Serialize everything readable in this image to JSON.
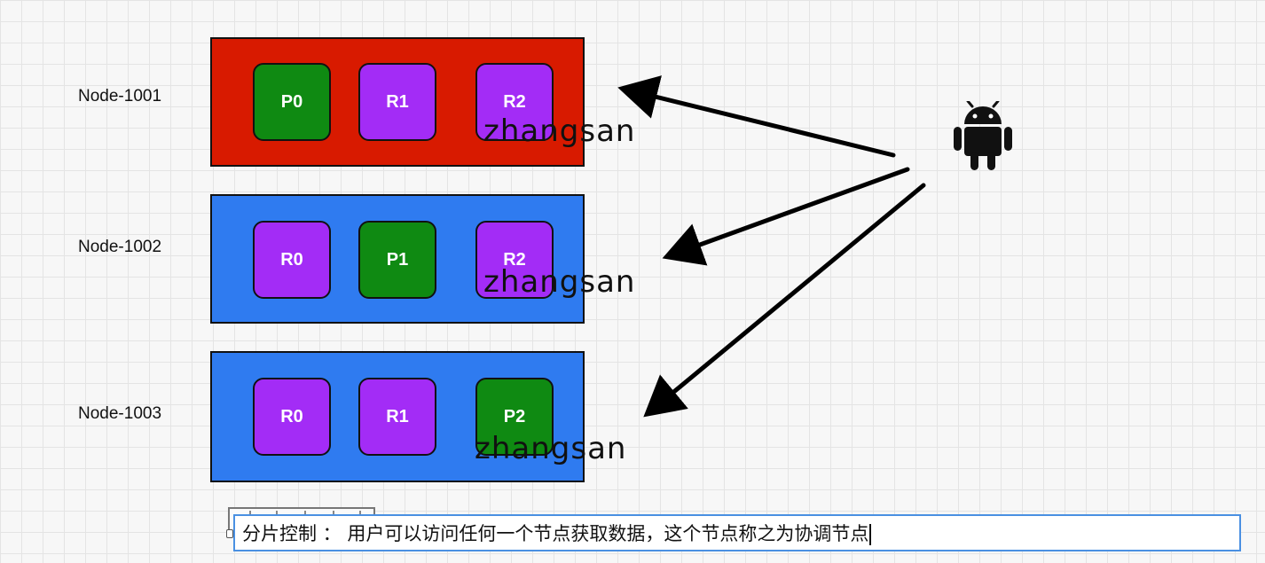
{
  "nodes": [
    {
      "label": "Node-1001",
      "color": "#d81a00",
      "shards": [
        {
          "label": "P0",
          "role": "primary",
          "color": "#0f8a12"
        },
        {
          "label": "R1",
          "role": "replica",
          "color": "#a32cf6"
        },
        {
          "label": "R2",
          "role": "replica",
          "color": "#a32cf6"
        }
      ],
      "watermark": "zhangsan"
    },
    {
      "label": "Node-1002",
      "color": "#2f7bf0",
      "shards": [
        {
          "label": "R0",
          "role": "replica",
          "color": "#a32cf6"
        },
        {
          "label": "P1",
          "role": "primary",
          "color": "#0f8a12"
        },
        {
          "label": "R2",
          "role": "replica",
          "color": "#a32cf6"
        }
      ],
      "watermark": "zhangsan"
    },
    {
      "label": "Node-1003",
      "color": "#2f7bf0",
      "shards": [
        {
          "label": "R0",
          "role": "replica",
          "color": "#a32cf6"
        },
        {
          "label": "R1",
          "role": "replica",
          "color": "#a32cf6"
        },
        {
          "label": "P2",
          "role": "primary",
          "color": "#0f8a12"
        }
      ],
      "watermark": "zhangsan"
    }
  ],
  "client": {
    "icon": "android-icon"
  },
  "caption": {
    "text": "分片控制 ： 用户可以访问任何一个节点获取数据，这个节点称之为协调节点"
  }
}
